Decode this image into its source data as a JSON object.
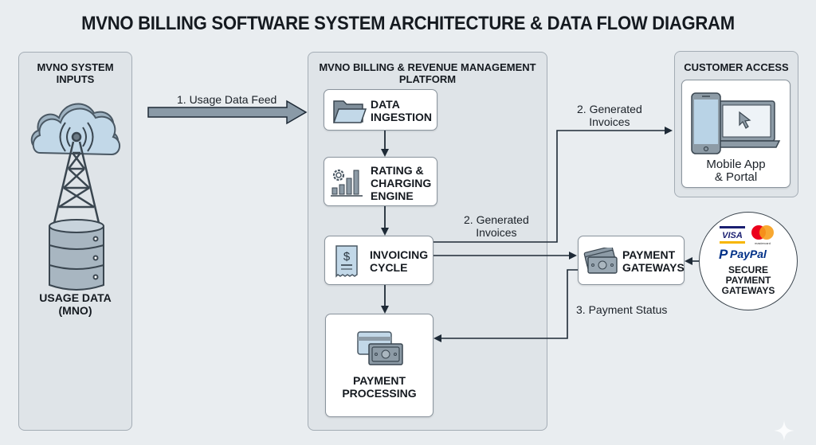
{
  "title": "MVNO BILLING SOFTWARE SYSTEM ARCHITECTURE & DATA FLOW DIAGRAM",
  "panels": {
    "inputs": {
      "title": "MVNO SYSTEM INPUTS",
      "source_label": "USAGE DATA\n(MNO)",
      "icon": "cell-tower-database-cloud-icon"
    },
    "platform": {
      "title": "MVNO BILLING & REVENUE MANAGEMENT\nPLATFORM",
      "stages": [
        {
          "label": "DATA\nINGESTION",
          "icon": "folder-icon"
        },
        {
          "label": "RATING &\nCHARGING\nENGINE",
          "icon": "gear-bar-chart-icon"
        },
        {
          "label": "INVOICING\nCYCLE",
          "icon": "receipt-dollar-icon"
        },
        {
          "label": "PAYMENT\nPROCESSING",
          "icon": "card-cash-icon"
        }
      ]
    },
    "customer": {
      "title": "CUSTOMER ACCESS",
      "card_label": "Mobile App\n& Portal",
      "icon": "phone-laptop-icon"
    }
  },
  "gateways": {
    "label": "PAYMENT\nGATEWAYS",
    "icon": "cash-stack-icon"
  },
  "secure_gateways": {
    "brands": [
      "VISA",
      "mastercard",
      "PayPal"
    ],
    "label": "SECURE\nPAYMENT\nGATEWAYS"
  },
  "flows": [
    {
      "label": "1. Usage Data Feed",
      "from": "MVNO System Inputs",
      "to": "Data Ingestion"
    },
    {
      "label": "2. Generated\nInvoices",
      "from": "Invoicing Cycle",
      "to": "Customer Access"
    },
    {
      "label": "2. Generated\nInvoices",
      "from": "Invoicing Cycle",
      "to": "Payment Gateways"
    },
    {
      "label": "3. Payment Status",
      "from": "Payment Gateways",
      "to": "Payment Processing"
    }
  ],
  "colors": {
    "background": "#e9edf0",
    "panel": "#dfe4e8",
    "arrow": "#1e2a36",
    "icon_fill": "#b9d3e6",
    "icon_stroke": "#4a5864",
    "visa_blue": "#1a1f71",
    "visa_gold": "#f7b600",
    "mc_red": "#eb001b",
    "mc_orange": "#f79e1b",
    "paypal_dark": "#003087",
    "paypal_light": "#009cde"
  }
}
